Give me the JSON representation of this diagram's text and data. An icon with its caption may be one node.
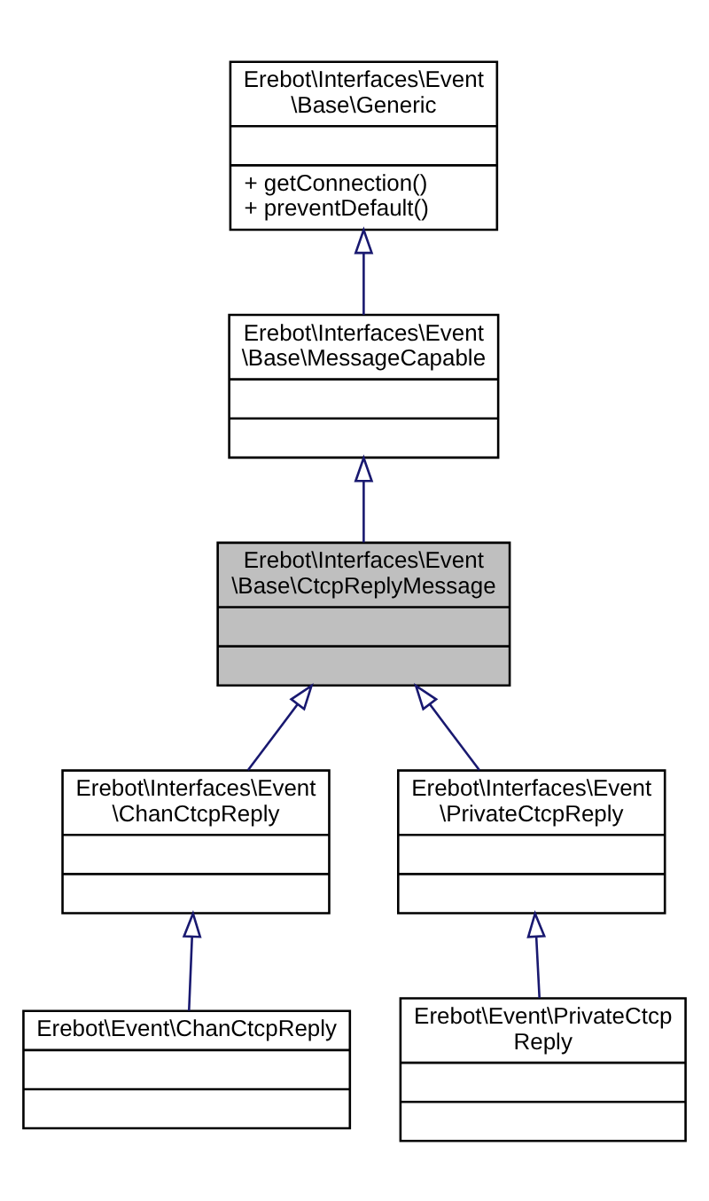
{
  "diagram": {
    "nodes": [
      {
        "text": [
          "Erebot\\Interfaces\\Event \\Base\\Generic",
          "+ getConnection()",
          "+ preventDefault()"
        ]
      },
      {
        "text": [
          "Erebot\\Interfaces\\Event \\Base\\MessageCapable"
        ]
      },
      {
        "text": [
          "Erebot\\Interfaces\\Event \\Base\\CtcpReplyMessage"
        ]
      },
      {
        "text": [
          "Erebot\\Interfaces\\Event \\ChanCtcpReply"
        ]
      },
      {
        "text": [
          "Erebot\\Interfaces\\Event \\PrivateCtcpReply"
        ]
      },
      {
        "text": [
          "Erebot\\Event\\ChanCtcpReply"
        ]
      },
      {
        "text": [
          "Erebot\\Event\\PrivateCtcp Reply"
        ]
      }
    ],
    "edges": [
      {
        "from": 1,
        "to": 0,
        "arrow": "to"
      },
      {
        "from": 2,
        "to": 1,
        "arrow": "to"
      },
      {
        "from": 3,
        "to": 2,
        "arrow": "to"
      },
      {
        "from": 4,
        "to": 2,
        "arrow": "to"
      },
      {
        "from": 5,
        "to": 3,
        "arrow": "to"
      },
      {
        "from": 6,
        "to": 4,
        "arrow": "to"
      }
    ]
  }
}
